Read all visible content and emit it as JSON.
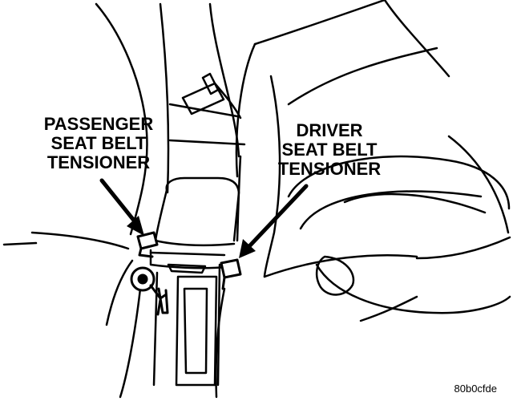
{
  "labels": {
    "passenger": [
      "PASSENGER",
      "SEAT BELT",
      "TENSIONER"
    ],
    "driver": [
      "DRIVER",
      "SEAT BELT",
      "TENSIONER"
    ]
  },
  "figure_id": "80b0cfde"
}
